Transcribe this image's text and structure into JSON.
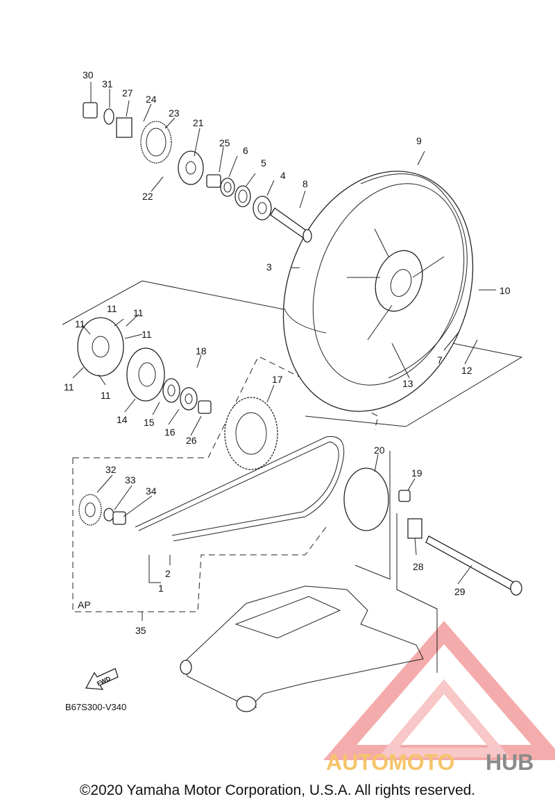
{
  "diagram_code": "B67S300-V340",
  "fwd_label": "FWD",
  "ap_label": "AP",
  "copyright": "©2020 Yamaha Motor Corporation, U.S.A. All rights reserved.",
  "watermark": {
    "part1": "AUTOMOTO",
    "part2": "HUB",
    "accent_color": "#f4a0a0",
    "text_color_1": "#f5c46a",
    "text_color_2": "#8a8a8a"
  },
  "callouts": [
    "1",
    "2",
    "3",
    "4",
    "5",
    "6",
    "7",
    "8",
    "9",
    "10",
    "11",
    "12",
    "13",
    "14",
    "15",
    "16",
    "17",
    "18",
    "19",
    "20",
    "21",
    "22",
    "23",
    "24",
    "25",
    "26",
    "27",
    "28",
    "29",
    "30",
    "31",
    "32",
    "33",
    "34",
    "35"
  ]
}
